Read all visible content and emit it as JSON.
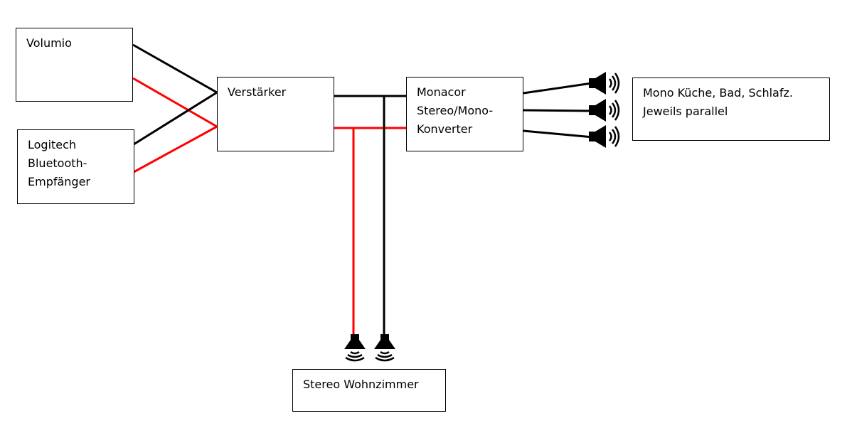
{
  "colors": {
    "left_channel": "#000000",
    "right_channel": "#ff0000"
  },
  "nodes": {
    "volumio": {
      "lines": [
        "Volumio"
      ]
    },
    "logitech": {
      "lines": [
        "Logitech",
        "Bluetooth-",
        "Empfänger"
      ]
    },
    "amplifier": {
      "lines": [
        "Verstärker"
      ]
    },
    "converter": {
      "lines": [
        "Monacor",
        "Stereo/Mono-",
        "Konverter"
      ]
    },
    "mono_rooms": {
      "lines": [
        "Mono Küche, Bad, Schlafz.",
        "Jeweils parallel"
      ]
    },
    "stereo_room": {
      "lines": [
        "Stereo Wohnzimmer"
      ]
    }
  },
  "icons": {
    "mono_speakers": [
      "speaker-icon",
      "speaker-icon",
      "speaker-icon"
    ],
    "stereo_speakers": [
      "speaker-down-icon",
      "speaker-down-icon"
    ]
  }
}
